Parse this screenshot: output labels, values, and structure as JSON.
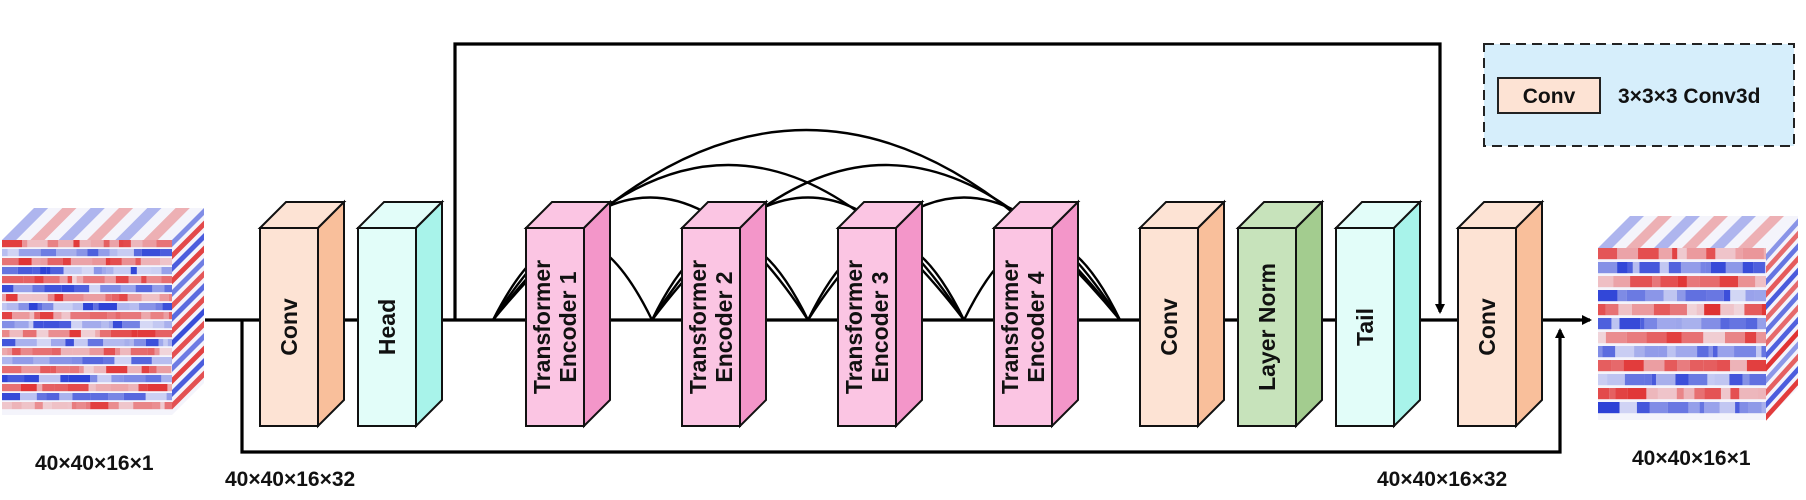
{
  "blocks": [
    {
      "id": "conv-1",
      "label": "Conv",
      "front": "#fde3d4",
      "side": "#f9bf9b",
      "top": "#fde3d4"
    },
    {
      "id": "head",
      "label": "Head",
      "front": "#e2fdf9",
      "side": "#a8f3ea",
      "top": "#e2fdf9"
    },
    {
      "id": "encoder-1",
      "label": [
        "Transformer",
        "Encoder 1"
      ],
      "front": "#fbc5e3",
      "side": "#f396c9",
      "top": "#fbc5e3"
    },
    {
      "id": "encoder-2",
      "label": [
        "Transformer",
        "Encoder 2"
      ],
      "front": "#fbc5e3",
      "side": "#f396c9",
      "top": "#fbc5e3"
    },
    {
      "id": "encoder-3",
      "label": [
        "Transformer",
        "Encoder 3"
      ],
      "front": "#fbc5e3",
      "side": "#f396c9",
      "top": "#fbc5e3"
    },
    {
      "id": "encoder-4",
      "label": [
        "Transformer",
        "Encoder 4"
      ],
      "front": "#fbc5e3",
      "side": "#f396c9",
      "top": "#fbc5e3"
    },
    {
      "id": "conv-2",
      "label": "Conv",
      "front": "#fde3d4",
      "side": "#f9bf9b",
      "top": "#fde3d4"
    },
    {
      "id": "layer-norm",
      "label": "Layer Norm",
      "front": "#c7e3bb",
      "side": "#a3cc8f",
      "top": "#c7e3bb"
    },
    {
      "id": "tail",
      "label": "Tail",
      "front": "#e2fdf9",
      "side": "#a8f3ea",
      "top": "#e2fdf9"
    },
    {
      "id": "conv-3",
      "label": "Conv",
      "front": "#fde3d4",
      "side": "#f9bf9b",
      "top": "#fde3d4"
    }
  ],
  "dimensions": {
    "input": "40×40×16×1",
    "feature_in": "40×40×16×32",
    "feature_out": "40×40×16×32",
    "output": "40×40×16×1"
  },
  "legend": {
    "block_label": "Conv",
    "description": "3×3×3 Conv3d",
    "background": "#d6eefb"
  },
  "colors": {
    "seismic_red": "#e03030",
    "seismic_blue": "#2a3fd6"
  }
}
